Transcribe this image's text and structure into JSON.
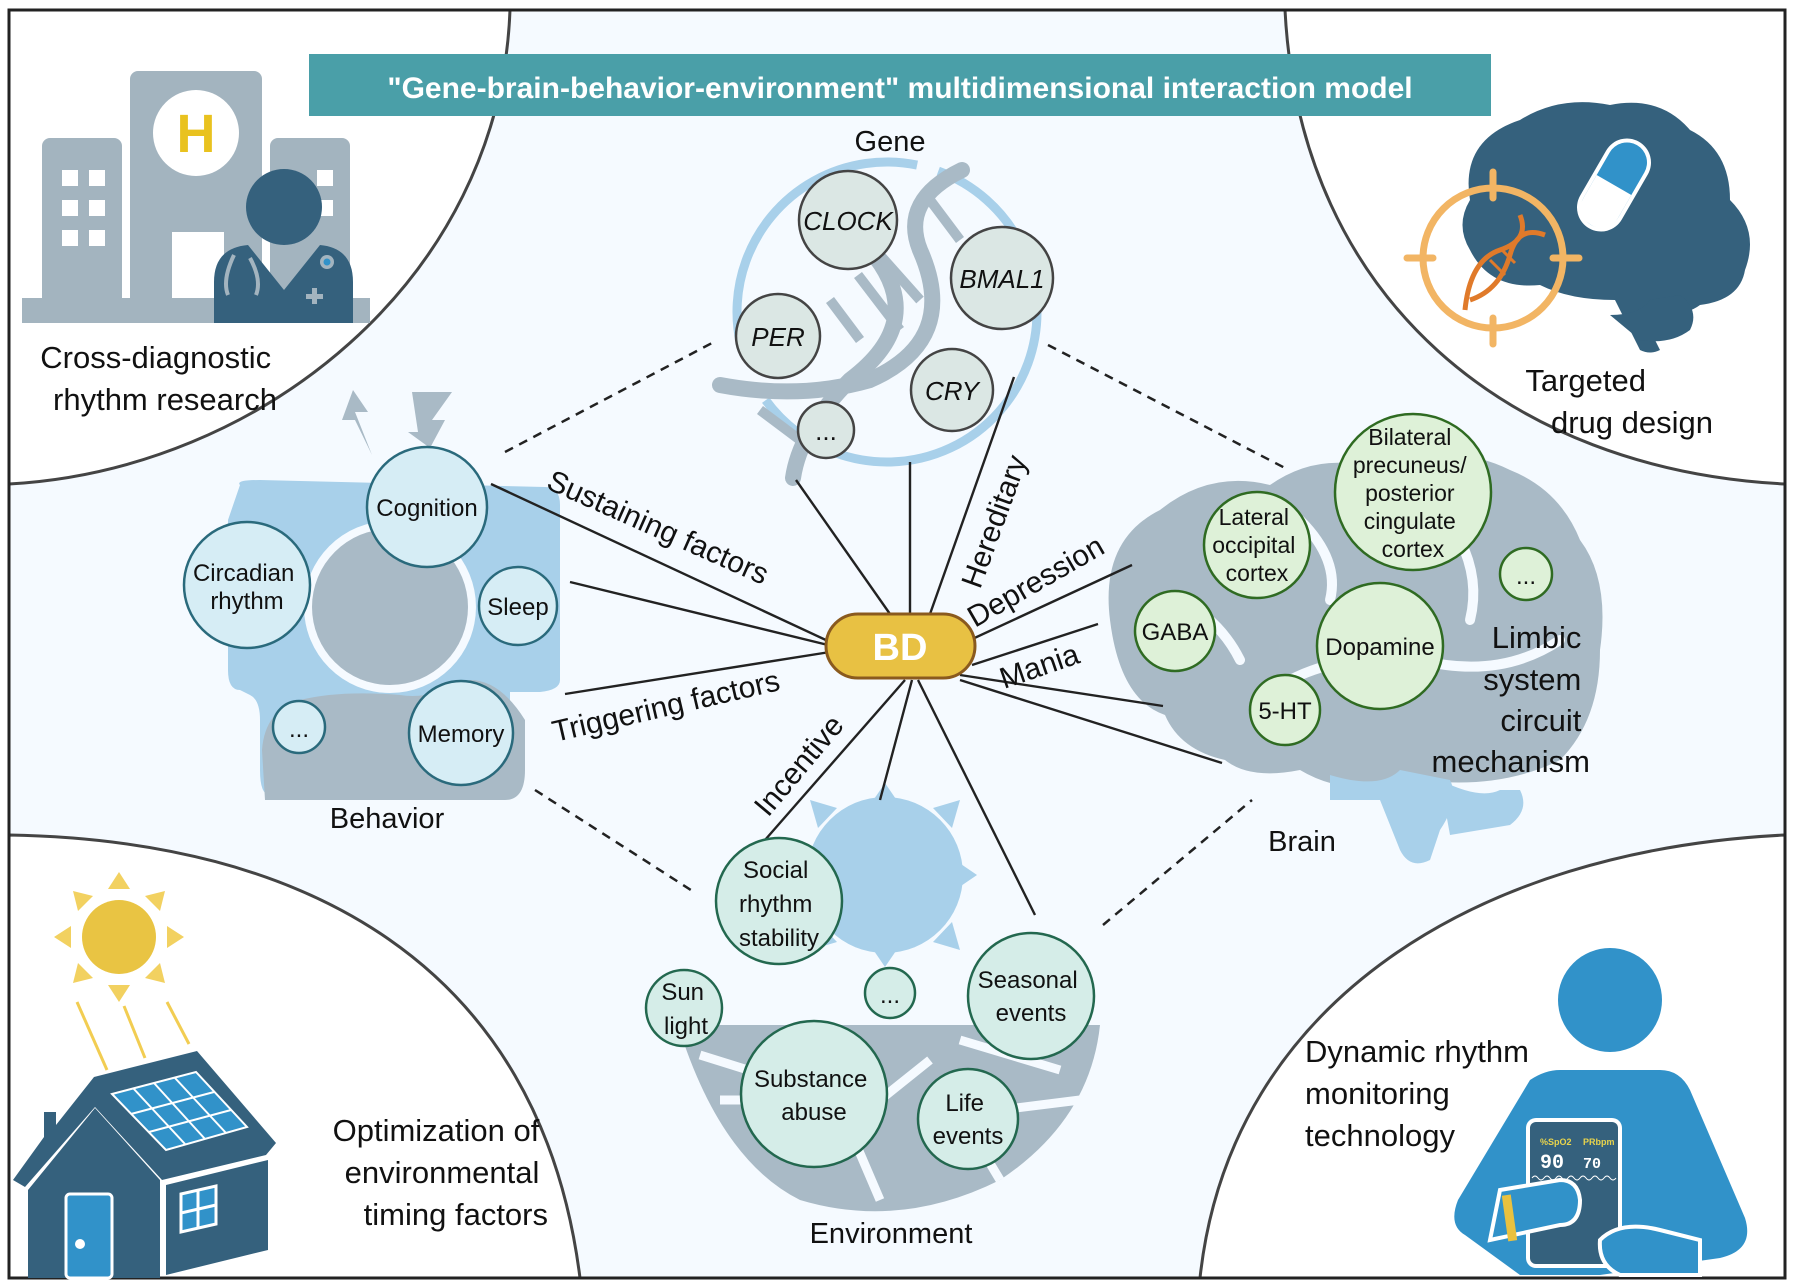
{
  "title": "\"Gene-brain-behavior-environment\" multidimensional interaction model",
  "center": {
    "label": "BD"
  },
  "colors": {
    "title_bg": "#4a9fa8",
    "center_fill": "#e8c143",
    "center_stroke": "#8a5a1e",
    "panel_bg": "#f5faff",
    "gene_node": "#dbe7e4",
    "behavior_node": "#d6edf5",
    "brain_node": "#def1d8",
    "env_node": "#d5ede8",
    "shape_gray": "#a9bac6",
    "shape_blue": "#a8d0ea",
    "dark_blue": "#35617d",
    "accent_blue": "#3192c9",
    "accent_yellow": "#e9c13f",
    "accent_orange": "#f2b564"
  },
  "gene": {
    "label": "Gene",
    "nodes": [
      "CLOCK",
      "BMAL1",
      "PER",
      "CRY",
      "..."
    ]
  },
  "behavior": {
    "label": "Behavior",
    "nodes": [
      "Cognition",
      "Circadian rhythm",
      "Sleep",
      "Memory",
      "..."
    ]
  },
  "brain": {
    "label": "Brain",
    "nodes": [
      "Bilateral precuneus/ posterior cingulate cortex",
      "Lateral occipital cortex",
      "GABA",
      "Dopamine",
      "5-HT",
      "..."
    ],
    "mechanism_label": "Limbic system circuit mechanism"
  },
  "environment": {
    "label": "Environment",
    "nodes": [
      "Social rhythm stability",
      "Sun light",
      "...",
      "Seasonal events",
      "Substance abuse",
      "Life events"
    ]
  },
  "edges": {
    "sustaining": "Sustaining factors",
    "triggering": "Triggering factors",
    "hereditary": "Hereditary",
    "depression": "Depression",
    "mania": "Mania",
    "incentive": "Incentive"
  },
  "corners": {
    "top_left": "Cross-diagnostic rhythm research",
    "top_right": "Targeted drug design",
    "bottom_left": "Optimization of environmental timing factors",
    "bottom_right": "Dynamic rhythm monitoring technology"
  },
  "monitor": {
    "spo2_label": "%SpO2",
    "pr_label": "PRbpm",
    "spo2_value": "90",
    "pr_value": "70"
  },
  "icons": {
    "top_left": "hospital-doctor-icon",
    "top_right": "brain-pill-dna-target-icon",
    "bottom_left": "solar-house-sun-icon",
    "bottom_right": "person-pulse-oximeter-icon"
  }
}
